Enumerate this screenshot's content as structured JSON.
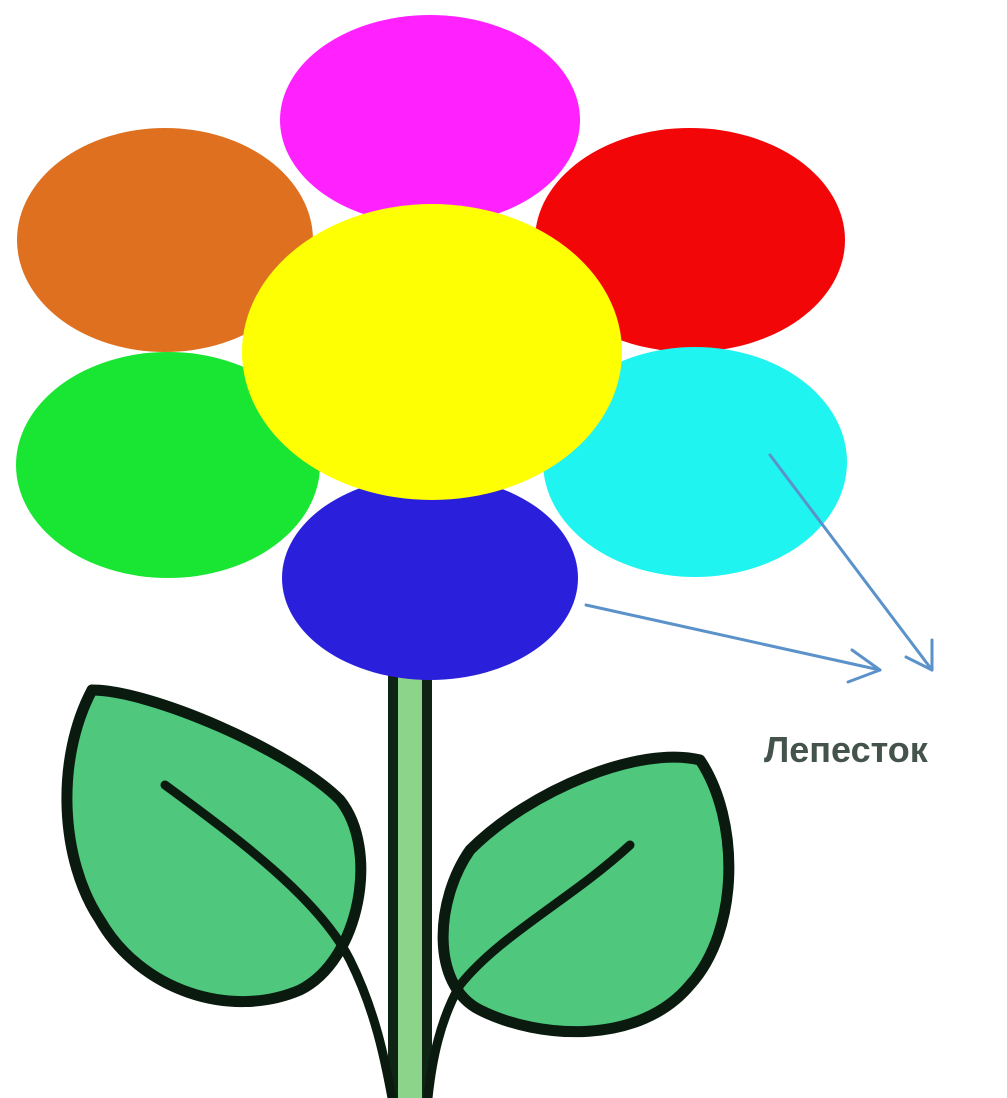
{
  "diagram": {
    "label": "Лепесток",
    "petals": [
      {
        "name": "magenta",
        "color": "#ff22ff"
      },
      {
        "name": "orange",
        "color": "#df7020"
      },
      {
        "name": "red",
        "color": "#f20608"
      },
      {
        "name": "green",
        "color": "#19e533"
      },
      {
        "name": "cyan",
        "color": "#1ff4f0"
      },
      {
        "name": "blue",
        "color": "#2a20dc"
      },
      {
        "name": "yellow",
        "color": "#ffff04"
      }
    ],
    "leaf_color": "#4fc87e",
    "stem_color": "#8cd48a",
    "arrow_color": "#5b92c9"
  }
}
